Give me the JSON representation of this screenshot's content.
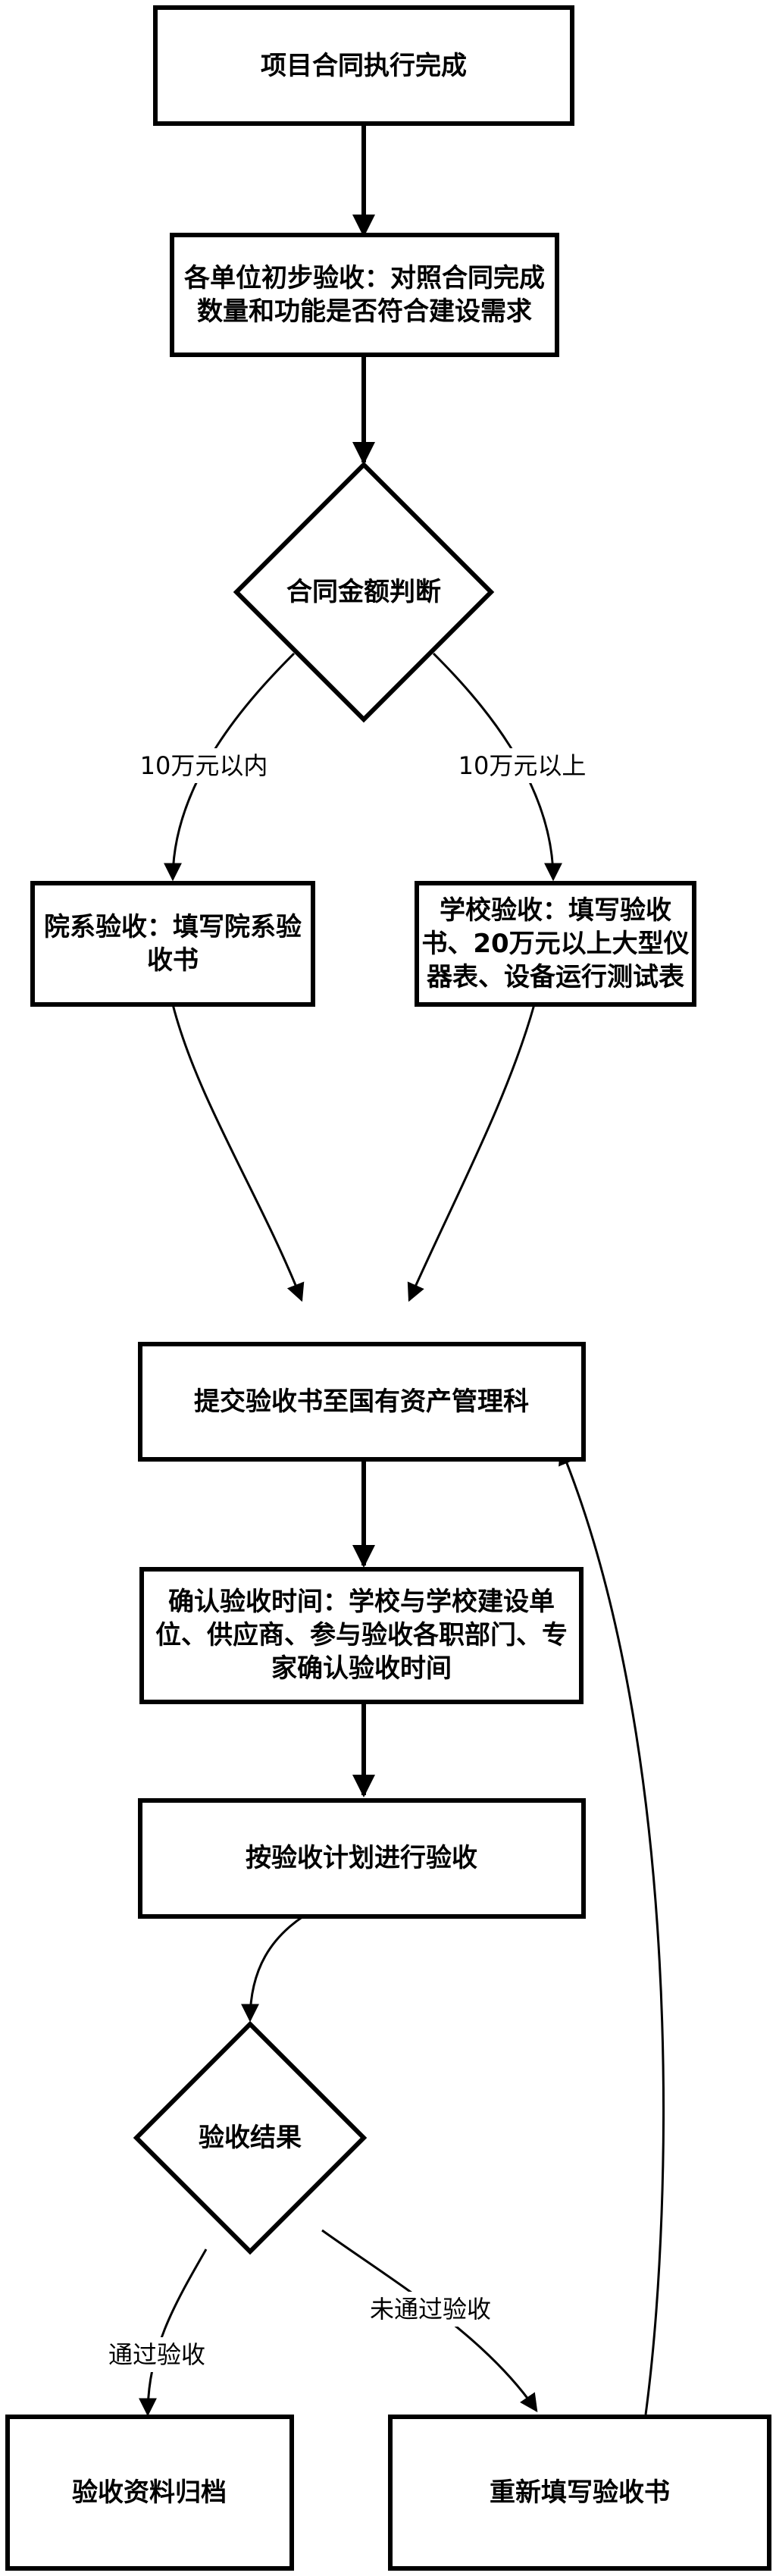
{
  "nodes": {
    "start": {
      "lines": [
        "项目合同执行完成"
      ]
    },
    "initial_check": {
      "lines": [
        "各单位初步验收：对照合同完成",
        "数量和功能是否符合建设需求"
      ]
    },
    "amount_judge": {
      "lines": [
        "合同金额判断"
      ]
    },
    "dept_accept": {
      "lines": [
        "院系验收：填写院系验",
        "收书"
      ]
    },
    "school_accept": {
      "lines": [
        "学校验收：填写验收",
        "书、20万元以上大型仪",
        "器表、设备运行测试表"
      ]
    },
    "submit": {
      "lines": [
        "提交验收书至国有资产管理科"
      ]
    },
    "confirm_time": {
      "lines": [
        "确认验收时间：学校与学校建设单",
        "位、供应商、参与验收各职部门、专",
        "家确认验收时间"
      ]
    },
    "execute": {
      "lines": [
        "按验收计划进行验收"
      ]
    },
    "result": {
      "lines": [
        "验收结果"
      ]
    },
    "archive": {
      "lines": [
        "验收资料归档"
      ]
    },
    "refill": {
      "lines": [
        "重新填写验收书"
      ]
    }
  },
  "edges": {
    "le_10w": "10万元以内",
    "gt_10w": "10万元以上",
    "pass": "通过验收",
    "fail": "未通过验收"
  }
}
